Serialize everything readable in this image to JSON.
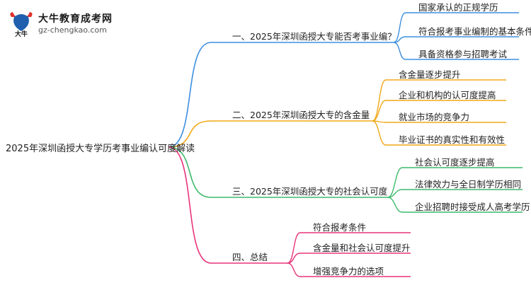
{
  "logo": {
    "brand": "大牛教育成考网",
    "site": "gz-chengkao.com",
    "mark_text": "大牛"
  },
  "root": "2025年深圳函授大专学历考事业编认可度解读",
  "branches": [
    {
      "label": "一、2025年深圳函授大专能否考事业编？",
      "color": "#3d8fe0",
      "children": [
        "国家承认的正规学历",
        "符合报考事业编制的基本条件",
        "具备资格参与招聘考试"
      ]
    },
    {
      "label": "二、2025年深圳函授大专的含金量",
      "color": "#f0a818",
      "children": [
        "含金量逐步提升",
        "企业和机构的认可度提高",
        "就业市场的竞争力",
        "毕业证书的真实性和有效性"
      ]
    },
    {
      "label": "三、2025年深圳函授大专的社会认可度",
      "color": "#3cba6a",
      "children": [
        "社会认可度逐步提高",
        "法律效力与全日制学历相同",
        "企业招聘时接受成人高考学历"
      ]
    },
    {
      "label": "四、总结",
      "color": "#e8357a",
      "children": [
        "符合报考条件",
        "含金量和社会认可度提升",
        "增强竞争力的选项"
      ]
    }
  ]
}
